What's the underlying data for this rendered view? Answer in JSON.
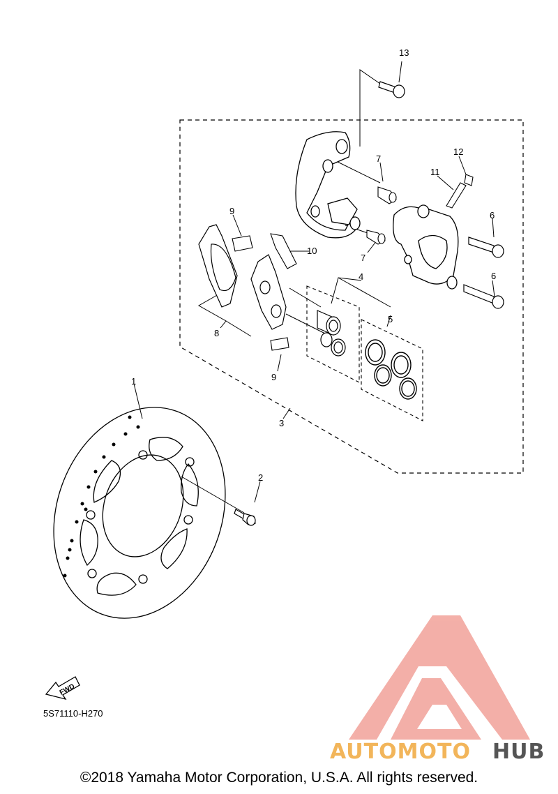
{
  "diagram": {
    "callouts": [
      "1",
      "2",
      "3",
      "4",
      "5",
      "6",
      "6",
      "7",
      "7",
      "8",
      "9",
      "9",
      "10",
      "11",
      "12",
      "13"
    ],
    "fwd_label": "FWD",
    "diagram_code": "5S71110-H270"
  },
  "watermark": {
    "brand_part1": "AUTOMOTO",
    "brand_part2": "HUB",
    "color_primary": "#f0837a",
    "color_secondary": "#f2b55a",
    "color_dark": "#555555"
  },
  "footer": {
    "copyright": "©2018 Yamaha Motor Corporation, U.S.A. All rights reserved."
  }
}
